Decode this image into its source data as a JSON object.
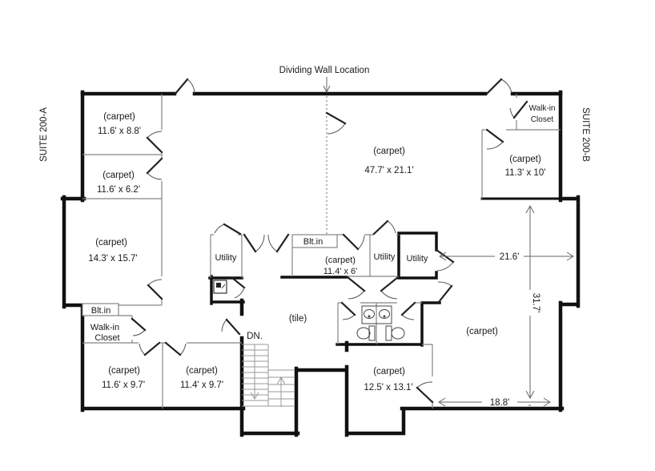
{
  "title": "Dividing Wall Location",
  "suites": {
    "a": "SUITE 200-A",
    "b": "SUITE 200-B"
  },
  "rooms": [
    {
      "floor": "(carpet)",
      "dims": "11.6' x 8.8'"
    },
    {
      "floor": "(carpet)",
      "dims": "11.6' x 6.2'"
    },
    {
      "floor": "(carpet)",
      "dims": "14.3' x 15.7'"
    },
    {
      "floor": "(carpet)",
      "dims": "47.7' x 21.1'"
    },
    {
      "floor": "(carpet)",
      "dims": "11.3' x 10'"
    },
    {
      "floor": "(carpet)",
      "dims": "11.4' x 6'"
    },
    {
      "floor": "(carpet)",
      "dims": "11.6' x 9.7'"
    },
    {
      "floor": "(carpet)",
      "dims": "11.4' x 9.7'"
    },
    {
      "floor": "(carpet)",
      "dims": "12.5' x 13.1'"
    },
    {
      "floor": "(carpet)"
    }
  ],
  "closets": {
    "walk_in_line1": "Walk-in",
    "walk_in_line2": "Closet",
    "built_in": "Blt.in"
  },
  "labels": {
    "utility": "Utility",
    "tile": "(tile)",
    "down": "DN."
  },
  "dimensions": {
    "upper_width": "21.6'",
    "right_height": "31.7'",
    "lower_width": "18.8'"
  },
  "colors": {
    "wall": "#111111",
    "thin_wall": "#858585",
    "dimension": "#666666",
    "door_arc": "#555555",
    "door_leaf": "#222222",
    "stair": "#999999",
    "text": "#1a1a1a",
    "background": "#ffffff"
  }
}
